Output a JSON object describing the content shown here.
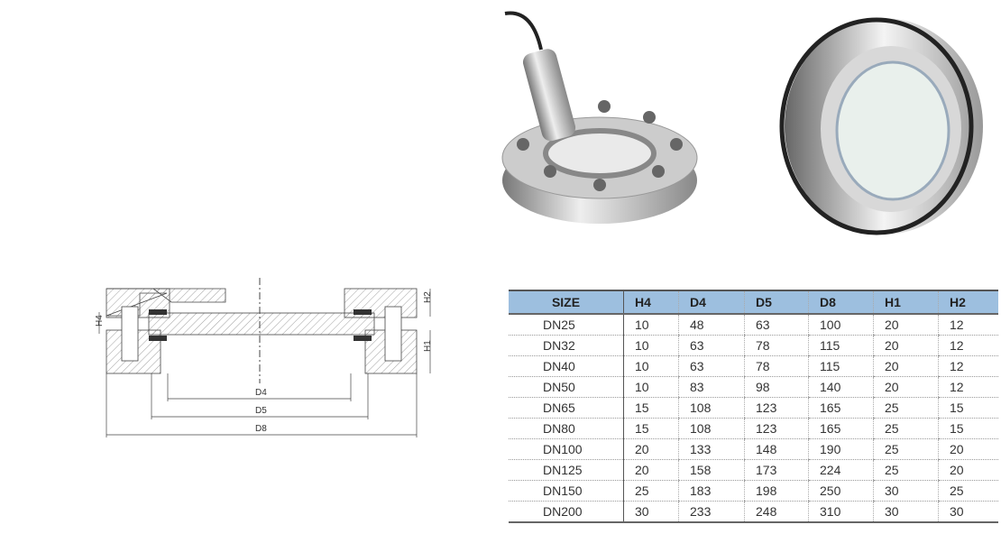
{
  "drawing": {
    "labels": {
      "h4": "H4",
      "h2": "H2",
      "h1": "H1",
      "d4": "D4",
      "d5": "D5",
      "d8": "D8"
    }
  },
  "table": {
    "headers": [
      "SIZE",
      "H4",
      "D4",
      "D5",
      "D8",
      "H1",
      "H2"
    ],
    "rows": [
      [
        "DN25",
        "10",
        "48",
        "63",
        "100",
        "20",
        "12"
      ],
      [
        "DN32",
        "10",
        "63",
        "78",
        "115",
        "20",
        "12"
      ],
      [
        "DN40",
        "10",
        "63",
        "78",
        "115",
        "20",
        "12"
      ],
      [
        "DN50",
        "10",
        "83",
        "98",
        "140",
        "20",
        "12"
      ],
      [
        "DN65",
        "15",
        "108",
        "123",
        "165",
        "25",
        "15"
      ],
      [
        "DN80",
        "15",
        "108",
        "123",
        "165",
        "25",
        "15"
      ],
      [
        "DN100",
        "20",
        "133",
        "148",
        "190",
        "25",
        "20"
      ],
      [
        "DN125",
        "20",
        "158",
        "173",
        "224",
        "25",
        "20"
      ],
      [
        "DN150",
        "25",
        "183",
        "198",
        "250",
        "30",
        "25"
      ],
      [
        "DN200",
        "30",
        "233",
        "248",
        "310",
        "30",
        "30"
      ]
    ]
  },
  "colors": {
    "header": "#9dbfdf"
  }
}
